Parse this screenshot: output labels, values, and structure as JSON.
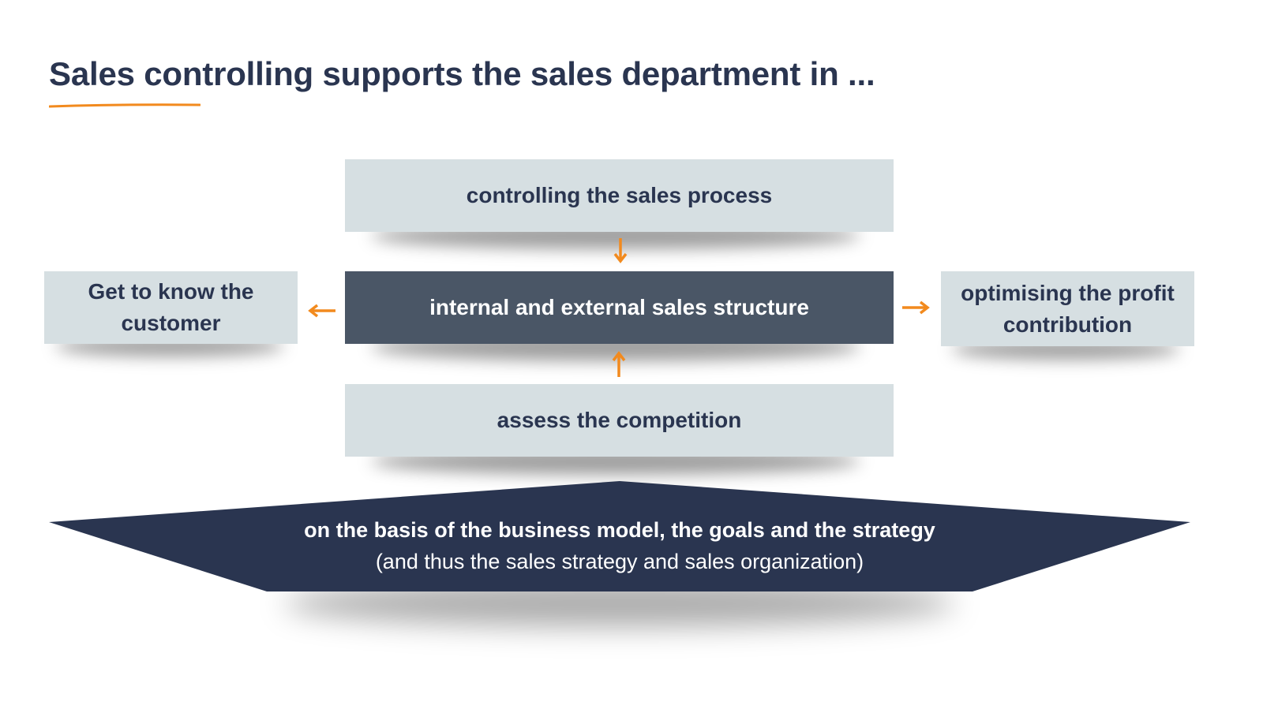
{
  "title": "Sales controlling supports the sales department in ...",
  "colors": {
    "accent": "#f28a1e",
    "dark_navy": "#2a3550",
    "center_box": "#4a5666",
    "light_box": "#d6dfe2"
  },
  "boxes": {
    "top": "controlling the sales process",
    "center": "internal and external sales structure",
    "left": "Get to know the customer",
    "right": "optimising the profit contribution",
    "bottom": "assess the competition"
  },
  "foundation": {
    "main": "on the basis of the business model, the goals and the strategy",
    "sub": "(and thus the sales strategy and sales organization)"
  },
  "arrows": {
    "top": "arrow-down-icon",
    "bottom": "arrow-up-icon",
    "left": "arrow-left-icon",
    "right": "arrow-right-icon"
  }
}
